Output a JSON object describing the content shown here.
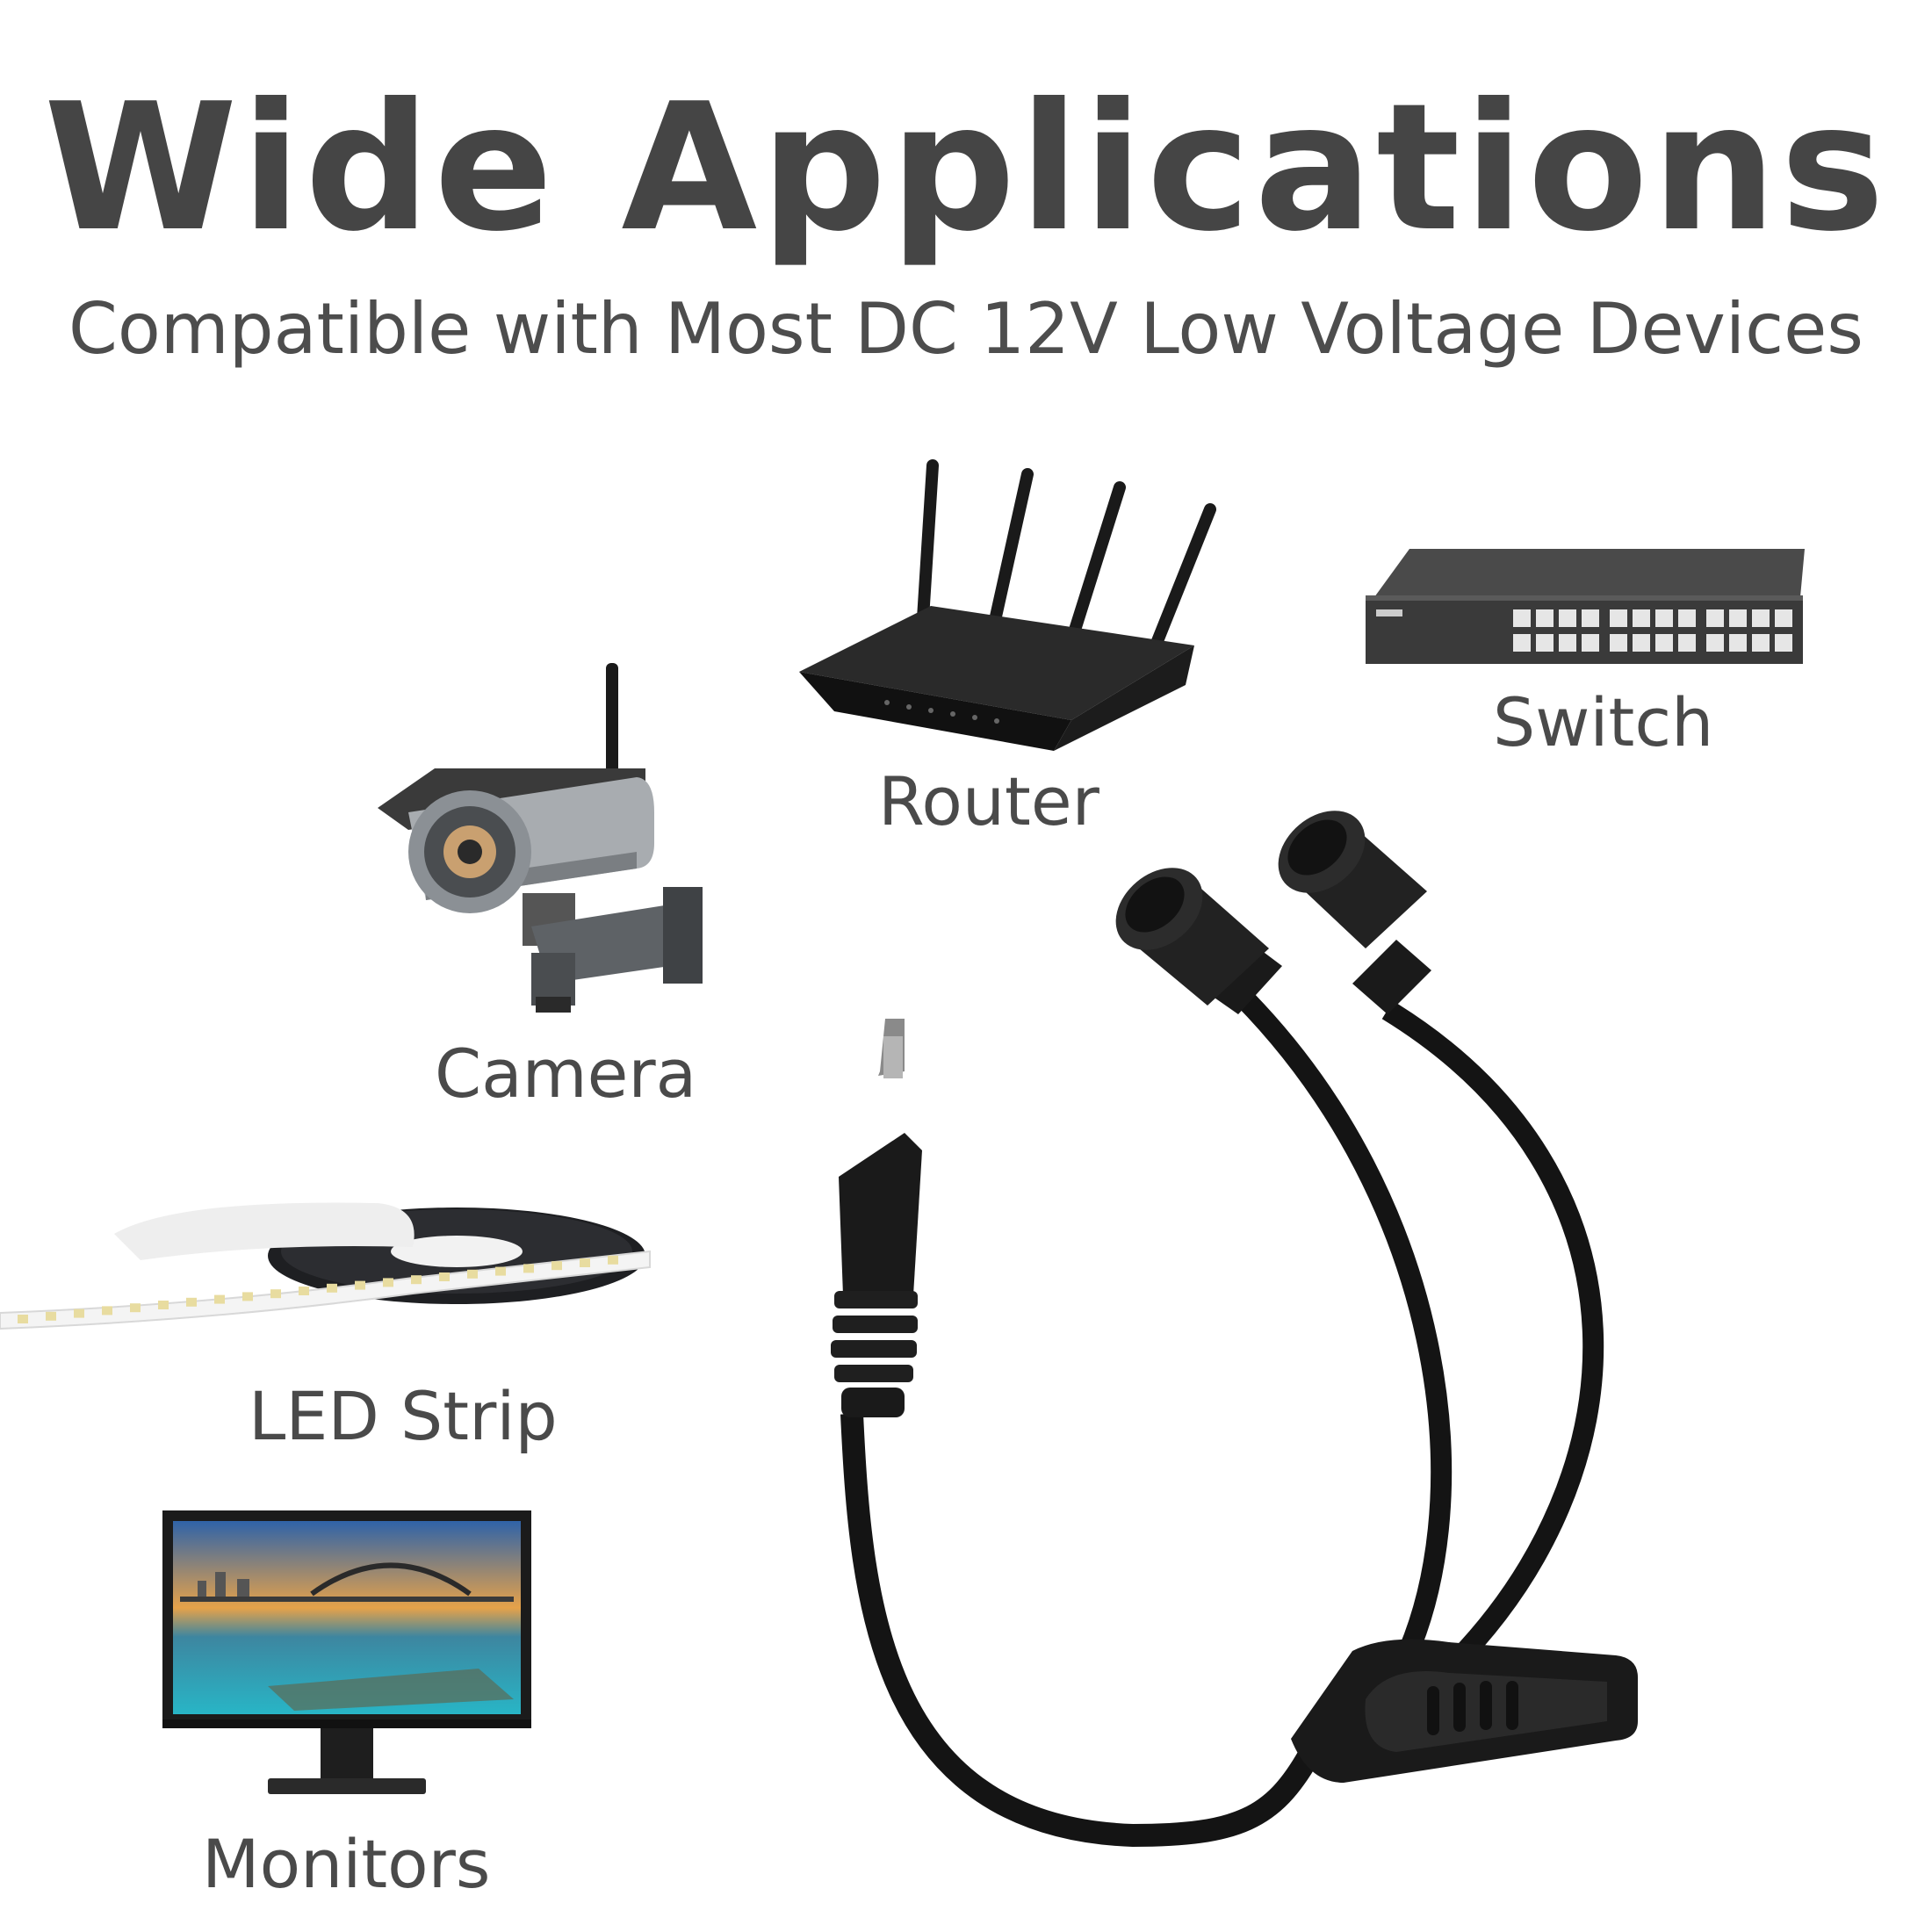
{
  "header": {
    "title": "Wide Applications",
    "subtitle": "Compatible with Most DC 12V Low Voltage Devices"
  },
  "devices": {
    "router": "Router",
    "switch": "Switch",
    "camera": "Camera",
    "led_strip": "LED Strip",
    "monitors": "Monitors"
  },
  "colors": {
    "text": "#4a4a4a",
    "cable": "#111111",
    "background": "#ffffff"
  },
  "icons": [
    "router-icon",
    "network-switch-icon",
    "security-camera-icon",
    "led-strip-icon",
    "monitor-icon",
    "dc-splitter-cable-icon"
  ]
}
